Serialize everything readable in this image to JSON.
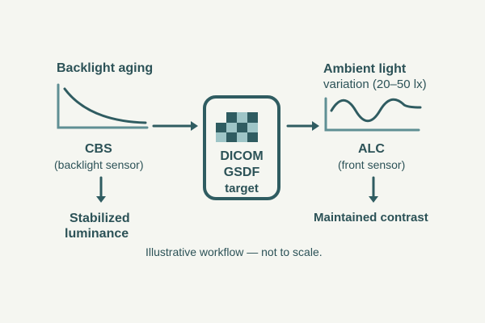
{
  "left": {
    "title": "Backlight aging",
    "label": "CBS",
    "sub": "(backlight sensor)",
    "result_line1": "Stabilized",
    "result_line2": "luminance"
  },
  "center": {
    "line1": "DICOM",
    "line2": "GSDF",
    "line3": "target"
  },
  "right": {
    "title_line1": "Ambient light",
    "title_line2": "variation (20–50 lx)",
    "label": "ALC",
    "sub": "(front sensor)",
    "result": "Maintained contrast"
  },
  "footer": "Illustrative workflow — not to scale.",
  "colors": {
    "dark": "#2f5c61",
    "light": "#9ec5c7",
    "bg": "#f5f6f1"
  }
}
